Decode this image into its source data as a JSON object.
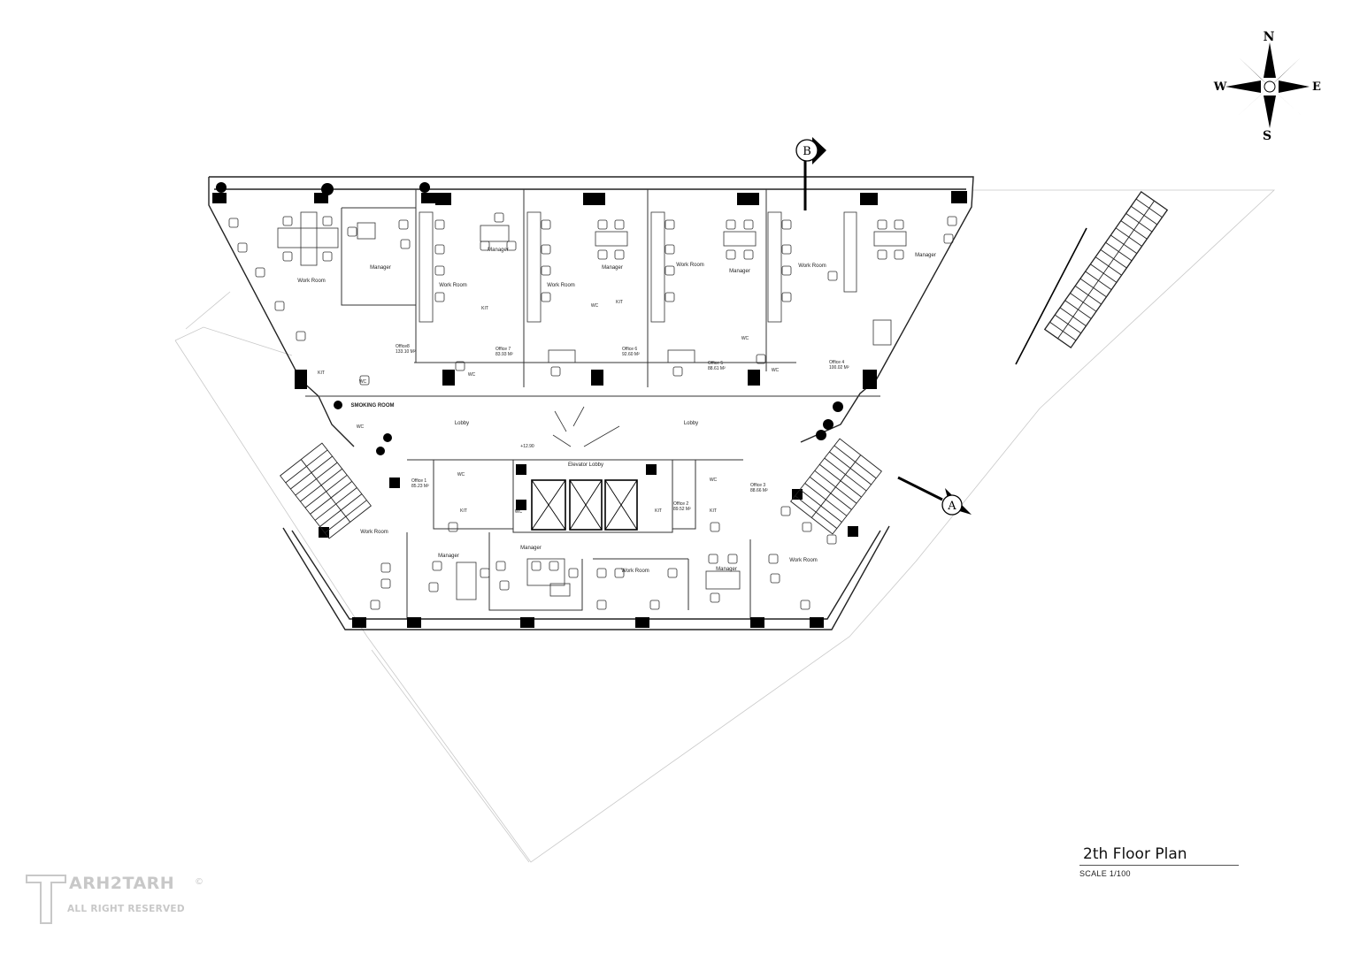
{
  "plan_title": "2th Floor Plan",
  "scale": "SCALE 1/100",
  "compass": {
    "n": "N",
    "s": "S",
    "e": "E",
    "w": "W"
  },
  "section_markers": {
    "a": "A",
    "b": "B"
  },
  "watermark": {
    "brand": "ARH2TARH",
    "subtitle": "ALL RIGHT RESERVED",
    "mark": "T",
    "copyright": "©"
  },
  "elevation": "+12.90",
  "rooms": {
    "work_room": "Work Room",
    "manager": "Manager",
    "lobby": "Lobby",
    "elevator_lobby": "Elevator Lobby",
    "wc": "WC",
    "kit": "KIT",
    "smoking_room": "SMOKING ROOM"
  },
  "offices": [
    {
      "name": "Office 1",
      "area": "85.23 M²"
    },
    {
      "name": "Office 2",
      "area": "89.52 M²"
    },
    {
      "name": "Office 3",
      "area": "88.66 M²"
    },
    {
      "name": "Office 4",
      "area": "100.02 M²"
    },
    {
      "name": "Office 5",
      "area": "88.61 M²"
    },
    {
      "name": "Office 6",
      "area": "92.60 M²"
    },
    {
      "name": "Office 7",
      "area": "83.93 M²"
    },
    {
      "name": "Office8",
      "area": "133.10 M²"
    }
  ]
}
